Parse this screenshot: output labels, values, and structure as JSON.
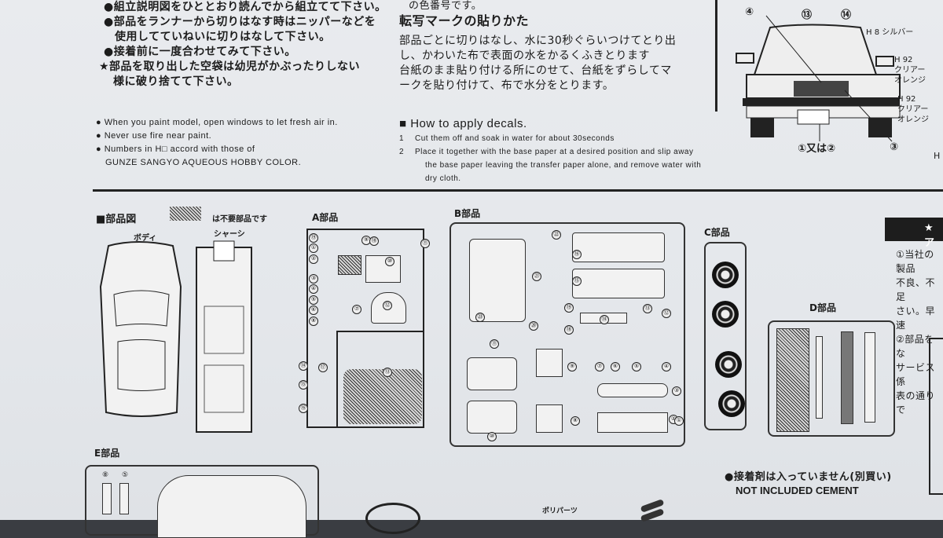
{
  "cautions_jp": [
    "●組立説明図をひととおり読んでから組立てて下さい。",
    "●部品をランナーから切りはなす時はニッパーなどを",
    "使用してていねいに切りはなして下さい。",
    "●接着前に一度合わせてみて下さい。",
    "★部品を取り出した空袋は幼児がかぶったりしない",
    "様に破り捨てて下さい。"
  ],
  "decal_jp": {
    "title": "転写マークの貼りかた",
    "lines": [
      "部品ごとに切りはなし、水に30秒ぐらいつけてとり出",
      "し、かわいた布で表面の水をかるくふきとります",
      "台紙のまま貼り付ける所にのせて、台紙をずらしてマ",
      "ークを貼り付けて、布で水分をとります。"
    ]
  },
  "top_fragment": "の色番号です。",
  "cautions_en": [
    "● When you paint model, open windows to let fresh air in.",
    "● Never use fire near paint.",
    "● Numbers in H□ accord with those of",
    "GUNZE SANGYO AQUEOUS HOBBY COLOR."
  ],
  "decal_en": {
    "title": "■ How to apply decals.",
    "steps": [
      {
        "n": "1",
        "text": "Cut them off and soak in water for about 30seconds"
      },
      {
        "n": "2",
        "text": "Place it together with the base paper at a desired position and slip away"
      },
      {
        "n": "",
        "text": "the base paper leaving the transfer paper alone, and remove water with"
      },
      {
        "n": "",
        "text": "dry cloth."
      }
    ]
  },
  "car_front": {
    "callouts": [
      "④",
      "⑬",
      "⑭",
      "③",
      "①又は②"
    ],
    "colors": [
      {
        "code": "H 8",
        "name": "シルバー"
      },
      {
        "code": "H 92",
        "name": "クリアー\nオレンジ"
      },
      {
        "code": "H 92",
        "name": "クリアー\nオレンジ"
      }
    ],
    "edge": "H"
  },
  "parts": {
    "title": "■部品図",
    "unneeded": "は不要部品です",
    "body": "ボディ",
    "chassis": "シャーシ",
    "a": "A部品",
    "b": "B部品",
    "c": "C部品",
    "d": "D部品",
    "e": "E部品",
    "poly": "ポリパーツ"
  },
  "a_numbers": [
    "⑲",
    "①",
    "②",
    "③",
    "④",
    "⑤",
    "⑥",
    "⑦",
    "⑧",
    "⑨",
    "⑩",
    "⑪",
    "⑫",
    "⑬",
    "⑭",
    "⑮",
    "⑯",
    "⑰",
    "⑱"
  ],
  "b_numbers": [
    "㉒",
    "⑯",
    "㉑",
    "⑮",
    "⑬",
    "⑫",
    "㉓",
    "⑳",
    "⑲",
    "⑱",
    "⑭",
    "⑪",
    "⑨",
    "⑦",
    "⑥",
    "⑤",
    "④",
    "③",
    "②",
    "⑩",
    "⑧",
    "①"
  ],
  "e_numbers": [
    "⑧",
    "⑤"
  ],
  "service": {
    "title": "★ア",
    "lines": [
      "①当社の製品",
      "不良、不足",
      "さい。早速",
      "②部品をな",
      "サービス係",
      "表の通りで"
    ]
  },
  "cement": {
    "jp": "●接着剤は入っていません(別買い)",
    "en": "NOT INCLUDED CEMENT"
  }
}
